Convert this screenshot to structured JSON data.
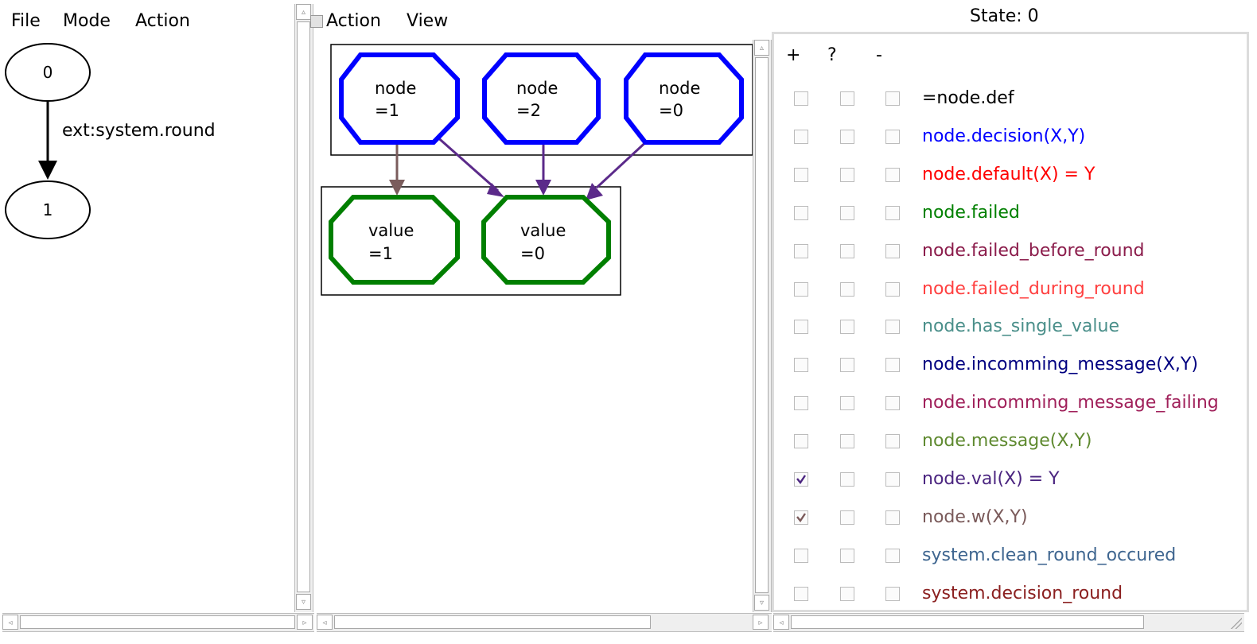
{
  "left_menu": {
    "file": "File",
    "mode": "Mode",
    "action": "Action"
  },
  "state_graph": {
    "node0": "0",
    "node1": "1",
    "edge_label": "ext:system.round"
  },
  "middle_menu": {
    "action": "Action",
    "view": "View"
  },
  "state_title": "State: 0",
  "node_graph": {
    "nodes_top": [
      {
        "line1": "node",
        "line2": "=1"
      },
      {
        "line1": "node",
        "line2": "=2"
      },
      {
        "line1": "node",
        "line2": "=0"
      }
    ],
    "nodes_bottom": [
      {
        "line1": "value",
        "line2": "=1"
      },
      {
        "line1": "value",
        "line2": "=0"
      }
    ],
    "colors": {
      "node": "#0000ff",
      "value": "#007f00",
      "edge_val": "#5b2a8a",
      "edge_w": "#7a5c5c"
    }
  },
  "relations": {
    "headers": {
      "plus": "+",
      "question": "?",
      "minus": "-"
    },
    "items": [
      {
        "label": "=node.def",
        "color": "#000000",
        "plus": false,
        "plus_color": ""
      },
      {
        "label": "node.decision(X,Y)",
        "color": "#0000ff",
        "plus": false,
        "plus_color": ""
      },
      {
        "label": "node.default(X) = Y",
        "color": "#ff0000",
        "plus": false,
        "plus_color": ""
      },
      {
        "label": "node.failed",
        "color": "#008000",
        "plus": false,
        "plus_color": ""
      },
      {
        "label": "node.failed_before_round",
        "color": "#8b1c4b",
        "plus": false,
        "plus_color": ""
      },
      {
        "label": "node.failed_during_round",
        "color": "#ff4040",
        "plus": false,
        "plus_color": ""
      },
      {
        "label": "node.has_single_value",
        "color": "#4a8f8a",
        "plus": false,
        "plus_color": ""
      },
      {
        "label": "node.incomming_message(X,Y)",
        "color": "#000080",
        "plus": false,
        "plus_color": ""
      },
      {
        "label": "node.incomming_message_failing",
        "color": "#a0205a",
        "plus": false,
        "plus_color": ""
      },
      {
        "label": "node.message(X,Y)",
        "color": "#5f8a30",
        "plus": false,
        "plus_color": ""
      },
      {
        "label": "node.val(X) = Y",
        "color": "#4b2580",
        "plus": true,
        "plus_color": "#4b2580"
      },
      {
        "label": "node.w(X,Y)",
        "color": "#7a5a5a",
        "plus": true,
        "plus_color": "#7a5a5a"
      },
      {
        "label": "system.clean_round_occured",
        "color": "#3f6690",
        "plus": false,
        "plus_color": ""
      },
      {
        "label": "system.decision_round",
        "color": "#8b2020",
        "plus": false,
        "plus_color": ""
      }
    ]
  }
}
